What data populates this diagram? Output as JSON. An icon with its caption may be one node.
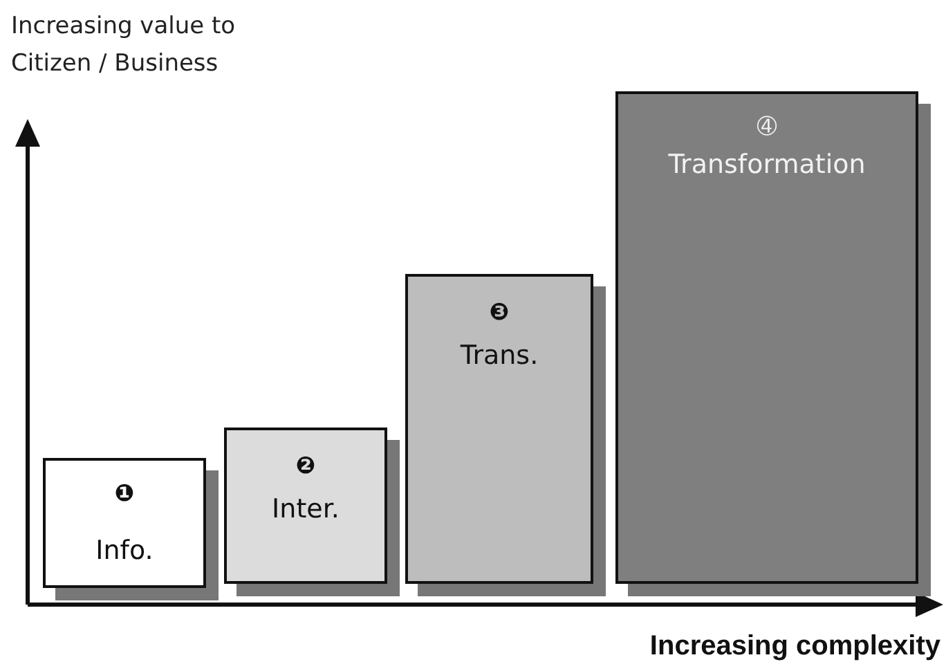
{
  "diagram": {
    "nodes": [
      {
        "text": [
          "❶",
          "Info."
        ]
      },
      {
        "text": [
          "❷",
          "Inter."
        ]
      },
      {
        "text": [
          "❸",
          "Trans."
        ]
      },
      {
        "text": [
          "➃",
          "Transformation"
        ]
      }
    ],
    "labels": [
      "Increasing value to Citizen / Business",
      "Increasing complexity"
    ]
  }
}
